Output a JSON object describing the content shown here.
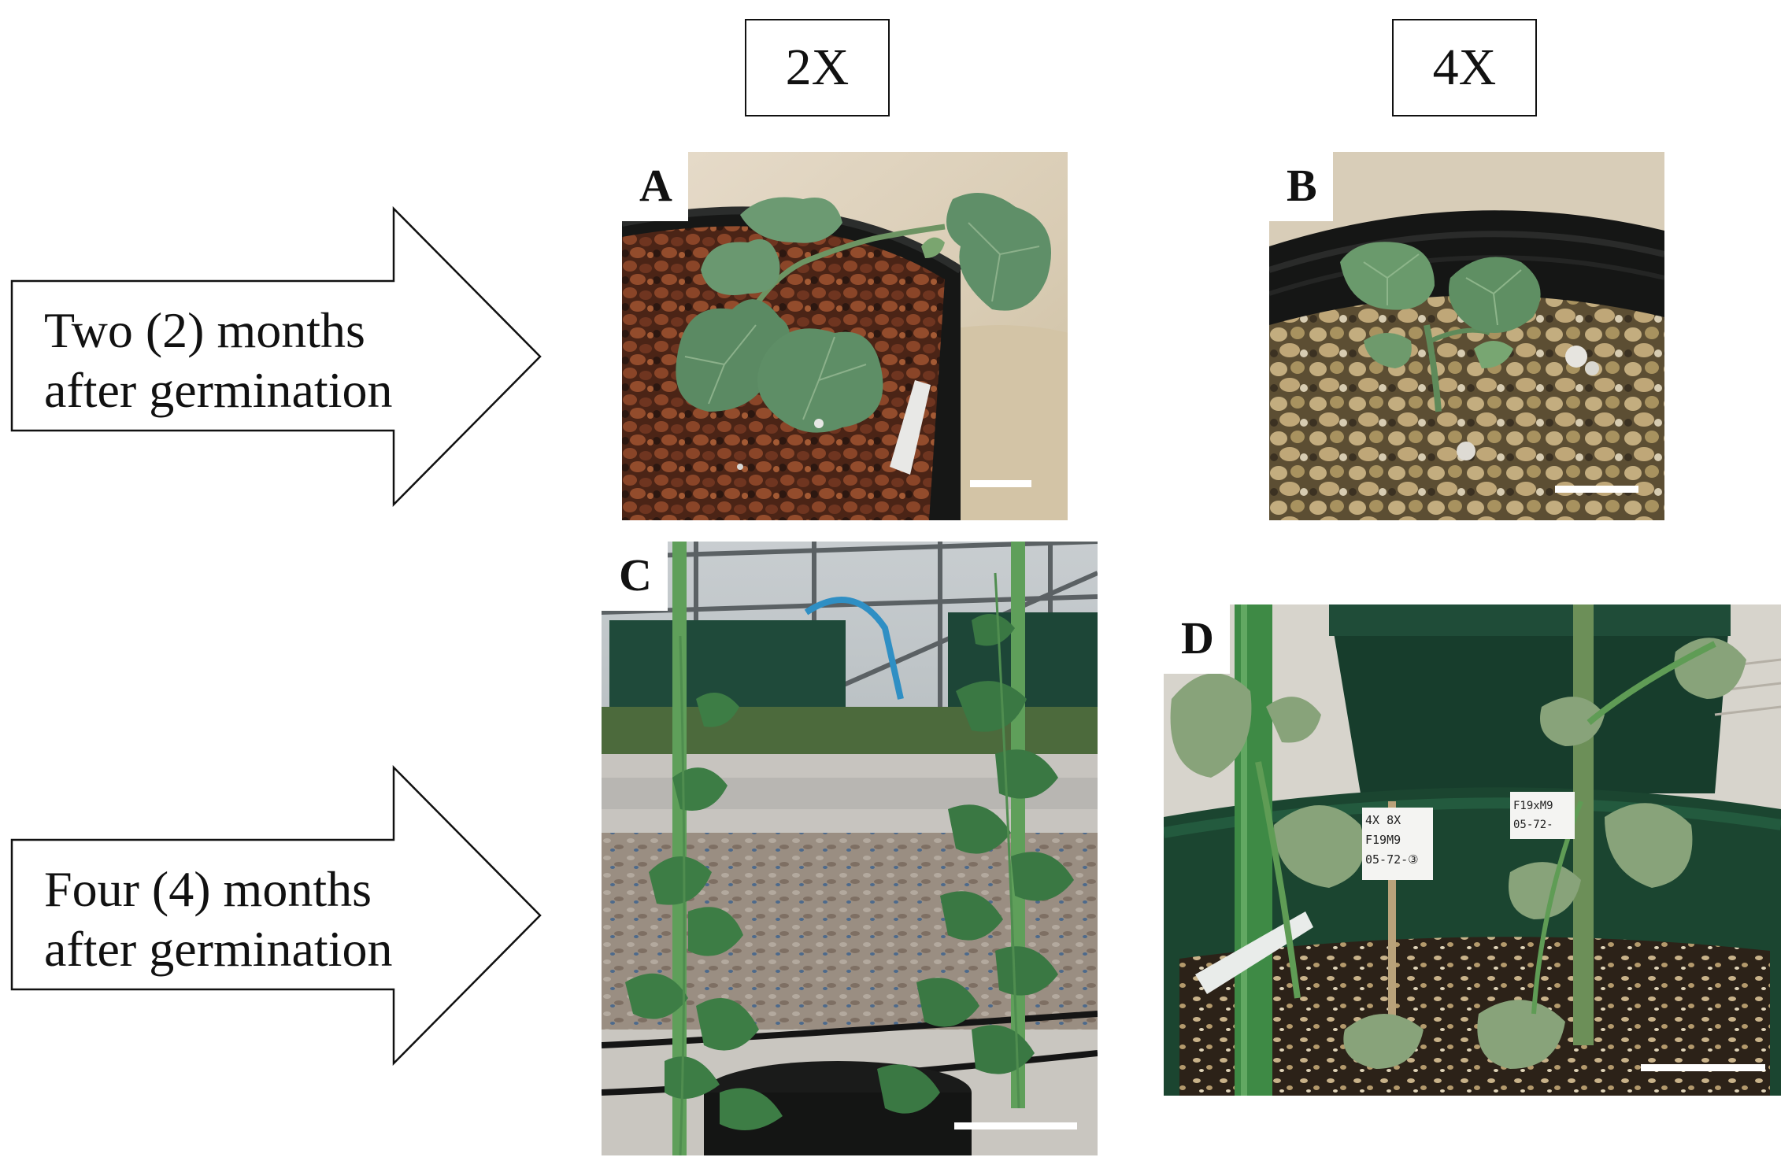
{
  "columns": {
    "left": "2X",
    "right": "4X"
  },
  "rows": {
    "top": {
      "line1": "Two (2) months",
      "line2": "after germination"
    },
    "bottom": {
      "line1": "Four (4) months",
      "line2": "after germination"
    }
  },
  "panels": {
    "a": {
      "letter": "A"
    },
    "b": {
      "letter": "B"
    },
    "c": {
      "letter": "C"
    },
    "d": {
      "letter": "D",
      "label1": [
        "4X 8X",
        "F19M9",
        "05-72-③"
      ],
      "label2": [
        "F19xM9",
        "05-72-"
      ]
    }
  },
  "colors": {
    "leaf": "#5f8c64",
    "pot_black": "#1b1d1c",
    "pot_green": "#1d4a34",
    "soil_red": "#7a3e25",
    "soil_tan": "#b9a57e"
  },
  "icons": [
    "right-arrow-icon",
    "right-arrow-icon"
  ]
}
